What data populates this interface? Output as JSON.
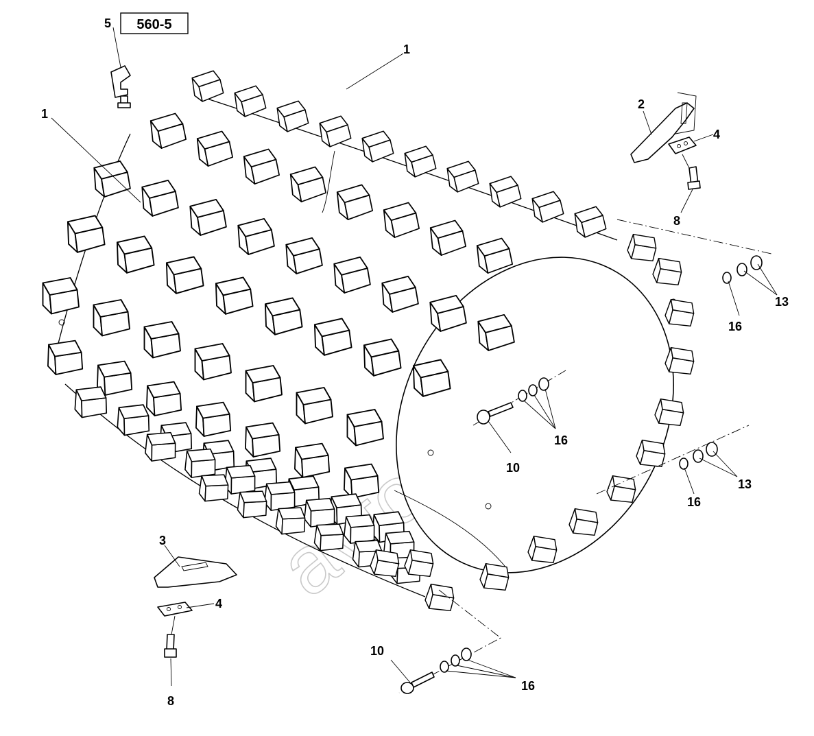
{
  "diagram": {
    "reference_box": "560-5",
    "watermark": "avtoeasy",
    "labels": [
      {
        "id": "label-5",
        "text": "5"
      },
      {
        "id": "label-1-top",
        "text": "1"
      },
      {
        "id": "label-1-left",
        "text": "1"
      },
      {
        "id": "label-2",
        "text": "2"
      },
      {
        "id": "label-4-top",
        "text": "4"
      },
      {
        "id": "label-8-top",
        "text": "8"
      },
      {
        "id": "label-13-top",
        "text": "13"
      },
      {
        "id": "label-16-top",
        "text": "16"
      },
      {
        "id": "label-10-mid",
        "text": "10"
      },
      {
        "id": "label-16-mid",
        "text": "16"
      },
      {
        "id": "label-13-bottom",
        "text": "13"
      },
      {
        "id": "label-16-right",
        "text": "16"
      },
      {
        "id": "label-3",
        "text": "3"
      },
      {
        "id": "label-4-bottom",
        "text": "4"
      },
      {
        "id": "label-8-bottom",
        "text": "8"
      },
      {
        "id": "label-10-bottom",
        "text": "10"
      },
      {
        "id": "label-16-bottom",
        "text": "16"
      }
    ]
  }
}
